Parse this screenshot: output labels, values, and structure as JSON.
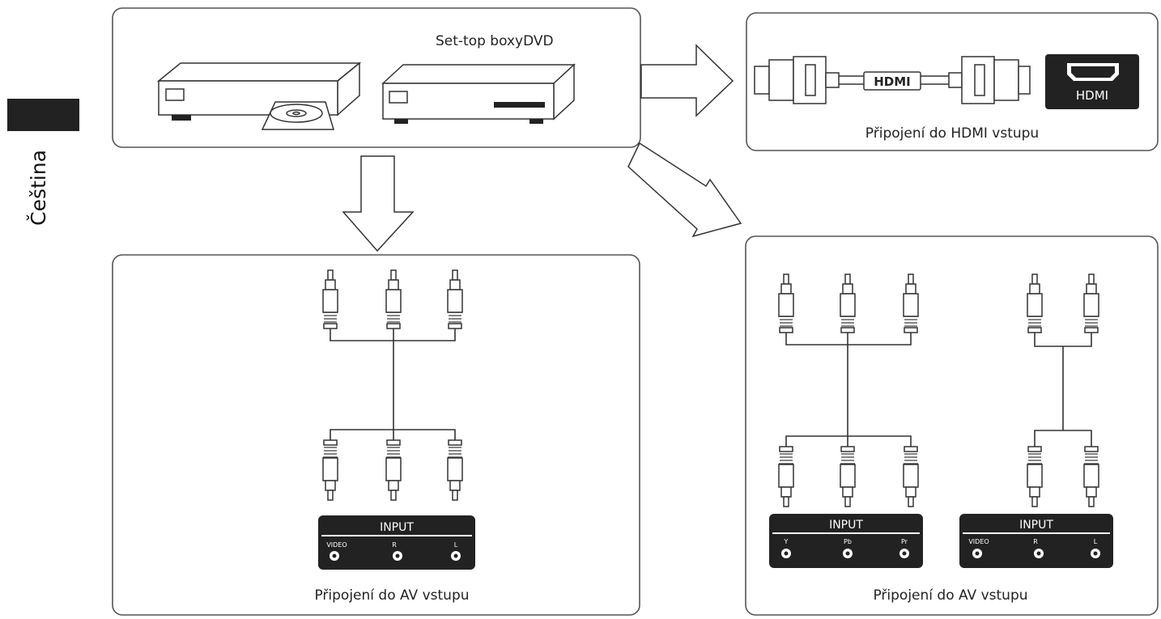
{
  "language_tab": "Čeština",
  "devices": {
    "title": "Set-top boxyDVD"
  },
  "hdmi": {
    "cable_label": "HDMI",
    "logo_label": "HDMI",
    "caption": "Připojení do HDMI vstupu"
  },
  "av_left": {
    "panel_title": "INPUT",
    "ports": [
      "VIDEO",
      "R",
      "L"
    ],
    "caption": "Připojení do AV vstupu"
  },
  "av_right": {
    "component_panel_title": "INPUT",
    "component_ports": [
      "Y",
      "Pb",
      "Pr"
    ],
    "audio_panel_title": "INPUT",
    "audio_ports": [
      "VIDEO",
      "R",
      "L"
    ],
    "caption": "Připojení do AV vstupu"
  },
  "colors": {
    "line": "#333333",
    "border": "#555555",
    "dark": "#222222"
  }
}
